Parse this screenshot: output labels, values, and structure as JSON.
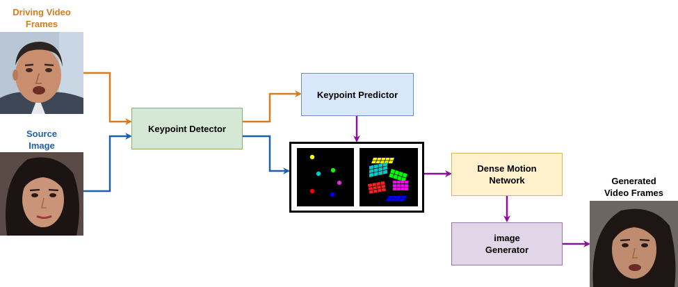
{
  "labels": {
    "driving": "Driving Video\nFrames",
    "source": "Source\nImage",
    "generated": "Generated\nVideo Frames"
  },
  "boxes": {
    "keypoint_detector": "Keypoint Detector",
    "keypoint_predictor": "Keypoint Predictor",
    "dense_motion": "Dense Motion\nNetwork",
    "image_generator": "image\nGenerator"
  },
  "colors": {
    "driving_text": "#d97a1c",
    "source_text": "#1f5fa8",
    "orange_arrow": "#d97a1c",
    "blue_arrow": "#1f5fa8",
    "purple_arrow": "#8a0e9c",
    "detector_fill": "#d5e8d4",
    "detector_border": "#82b366",
    "predictor_fill": "#dae8fc",
    "predictor_border": "#6c8ebf",
    "dense_fill": "#fff2cc",
    "dense_border": "#d6b656",
    "generator_fill": "#e1d5e7",
    "generator_border": "#9673a6"
  },
  "keypoint_colors": [
    "#ffff00",
    "#00cccc",
    "#00ff00",
    "#ff0000",
    "#cc33cc",
    "#0000ff"
  ],
  "grid_colors": [
    "#ffff00",
    "#00cccc",
    "#00ff00",
    "#ff0000",
    "#ff00ff",
    "#0000ff"
  ]
}
